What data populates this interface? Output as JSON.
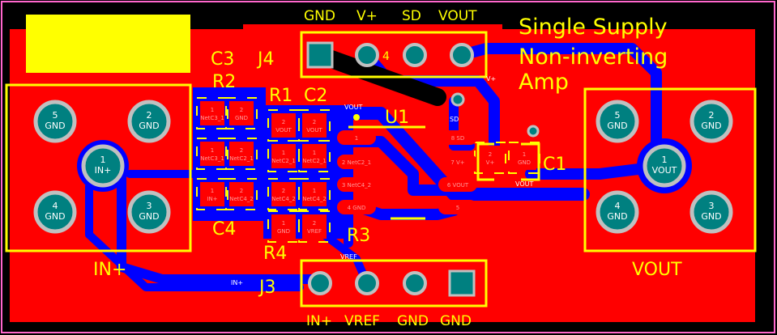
{
  "colors": {
    "board_outline": "#ff66cc",
    "background": "#000000",
    "top_copper": "#ff0000",
    "bottom_copper": "#0000ff",
    "silkscreen": "#ffff00",
    "pad_hole": "#008080"
  },
  "title": {
    "line1": "Single Supply",
    "line2": "Non-inverting",
    "line3": "Amp"
  },
  "j4": {
    "ref": "J4",
    "pins": [
      "GND",
      "V+",
      "SD",
      "VOUT"
    ],
    "pin4_mark": "4"
  },
  "j3": {
    "ref": "J3",
    "pins": [
      "IN+",
      "VREF",
      "GND",
      "GND"
    ]
  },
  "in_connector": {
    "label": "IN+",
    "pads": [
      {
        "num": "5",
        "net": "GND"
      },
      {
        "num": "2",
        "net": "GND"
      },
      {
        "num": "1",
        "net": "IN+"
      },
      {
        "num": "4",
        "net": "GND"
      },
      {
        "num": "3",
        "net": "GND"
      }
    ]
  },
  "out_connector": {
    "label": "VOUT",
    "pads": [
      {
        "num": "5",
        "net": "GND"
      },
      {
        "num": "2",
        "net": "GND"
      },
      {
        "num": "1",
        "net": "VOUT"
      },
      {
        "num": "4",
        "net": "GND"
      },
      {
        "num": "3",
        "net": "GND"
      }
    ]
  },
  "refs": {
    "c3": "C3",
    "r2": "R2",
    "r1": "R1",
    "c2": "C2",
    "u1": "U1",
    "c1": "C1",
    "c4": "C4",
    "r4": "R4",
    "r3": "R3"
  },
  "smd_pads": [
    {
      "num": "1",
      "net": "NetC3_1"
    },
    {
      "num": "2",
      "net": "GND"
    },
    {
      "num": "1",
      "net": "NetC3_1"
    },
    {
      "num": "2",
      "net": "NetC2_1"
    },
    {
      "num": "1",
      "net": "IN+"
    },
    {
      "num": "2",
      "net": "NetC4_2"
    },
    {
      "num": "2",
      "net": "VOUT"
    },
    {
      "num": "2",
      "net": "VOUT"
    },
    {
      "num": "1",
      "net": "NetC2_1"
    },
    {
      "num": "1",
      "net": "NetC2_1"
    },
    {
      "num": "2",
      "net": "NetC4_2"
    },
    {
      "num": "1",
      "net": "NetC4_2"
    },
    {
      "num": "1",
      "net": "GND"
    },
    {
      "num": "2",
      "net": "VREF"
    },
    {
      "num": "2",
      "net": "V+"
    },
    {
      "num": "1",
      "net": "GND"
    }
  ],
  "u1_pads": [
    "1",
    "2 NetC2_1",
    "3 NetC4_2",
    "4 GND",
    "8 SD",
    "7 V+",
    "6 VOUT",
    "5"
  ],
  "trace_labels": {
    "vout": "VOUT",
    "vplus": "V+",
    "sd": "SD",
    "inplus": "IN+",
    "vref": "VREF"
  }
}
